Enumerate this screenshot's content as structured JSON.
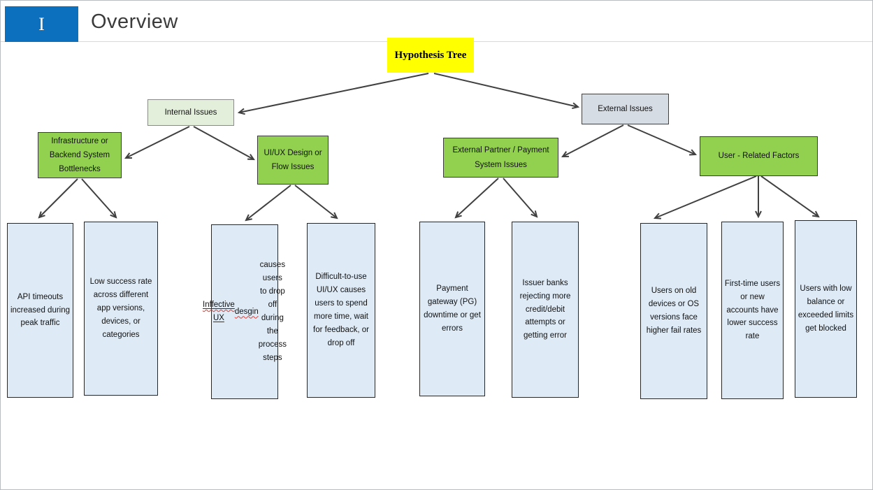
{
  "slide": {
    "section_marker": "I",
    "title": "Overview"
  },
  "tree": {
    "root": {
      "label": "Hypothesis Tree"
    },
    "branches": [
      {
        "label": "Internal Issues"
      },
      {
        "label": "External Issues"
      }
    ],
    "categories": [
      {
        "label": "Infrastructure or Backend System Bottlenecks",
        "parent": "Internal Issues"
      },
      {
        "label": "UI/UX Design or Flow Issues",
        "parent": "Internal Issues"
      },
      {
        "label": "External Partner / Payment System Issues",
        "parent": "External Issues"
      },
      {
        "label": "User - Related Factors",
        "parent": "External Issues"
      }
    ],
    "hypotheses": [
      {
        "text": "API timeouts increased during peak traffic",
        "parent": "Infrastructure or Backend System Bottlenecks"
      },
      {
        "text": "Low success rate across different app versions, devices, or categories",
        "parent": "Infrastructure or Backend System Bottlenecks"
      },
      {
        "text": "Inffective UX desgin causes users to drop off during the process steps",
        "parent": "UI/UX Design or Flow Issues",
        "underline_phrase": "Inffective UX",
        "spellcheck_words": [
          "Inffective",
          "desgin"
        ]
      },
      {
        "text": "Difficult-to-use UI/UX causes users to spend more time, wait for feedback, or drop off",
        "parent": "UI/UX Design or Flow Issues"
      },
      {
        "text": "Payment gateway (PG) downtime or get errors",
        "parent": "External Partner / Payment System Issues"
      },
      {
        "text": "Issuer banks rejecting more credit/debit attempts or getting error",
        "parent": "External Partner / Payment System Issues"
      },
      {
        "text": "Users on old devices or OS versions face higher fail rates",
        "parent": "User - Related Factors"
      },
      {
        "text": "First-time users or new accounts have lower success rate",
        "parent": "User - Related Factors"
      },
      {
        "text": "Users with low balance or exceeded limits get blocked",
        "parent": "User - Related Factors"
      }
    ]
  },
  "colors": {
    "section_marker_blue": "#0C70BE",
    "root_fill": "#FFFF00",
    "internal_fill": "#E3EFDA",
    "external_fill": "#D6DCE4",
    "category_fill": "#92D050",
    "hypothesis_fill": "#DEEBF7",
    "connector": "#404040",
    "spellcheck_underline": "#E03C31"
  }
}
